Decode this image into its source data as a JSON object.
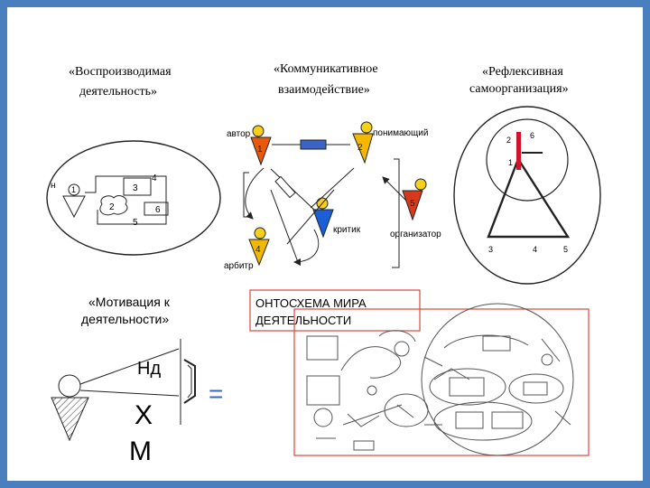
{
  "headings": {
    "reproducible": [
      "«Воспроизводимая",
      "деятельность»"
    ],
    "communicative": [
      "«Коммуникативное",
      "взаимодействие»"
    ],
    "reflexive": [
      "«Рефлексивная",
      "самоорганизация»"
    ],
    "motivation": [
      "«Мотивация к",
      "деятельности»"
    ],
    "ontoscheme": [
      "ОНТОСХЕМА МИРА",
      "ДЕЯТЕЛЬНОСТИ"
    ]
  },
  "reproducible_scheme": {
    "labels": {
      "n": "н",
      "one": "1",
      "two": "2",
      "three": "3",
      "four": "4",
      "five": "5",
      "six": "6"
    }
  },
  "communicative_scheme": {
    "roles": {
      "author": "автор",
      "understanding": "понимающий",
      "critic": "критик",
      "organizer": "организатор",
      "arbiter": "арбитр"
    },
    "numbers": {
      "one": "1",
      "two": "2",
      "four": "4",
      "five": "5"
    },
    "colors": {
      "author": "#e8590c",
      "understanding": "#f5b800",
      "critic": "#1a5fd6",
      "organizer": "#d63a1a",
      "arbiter": "#f0b800",
      "channel": "#3a64c8",
      "head": "#f7d117"
    }
  },
  "reflexive_scheme": {
    "labels": {
      "one": "1",
      "two": "2",
      "three": "3",
      "four": "4",
      "five": "5",
      "six": "6"
    },
    "colors": {
      "marker": "#d0152b"
    }
  },
  "motivation_scheme": {
    "labels": {
      "nd": "Нд",
      "x": "Х",
      "m": "М",
      "equals": "="
    },
    "colors": {
      "equals": "#3a64c8"
    }
  },
  "colors": {
    "frame": "#4a7fbf",
    "ontoscheme_border": "#d9483b"
  }
}
